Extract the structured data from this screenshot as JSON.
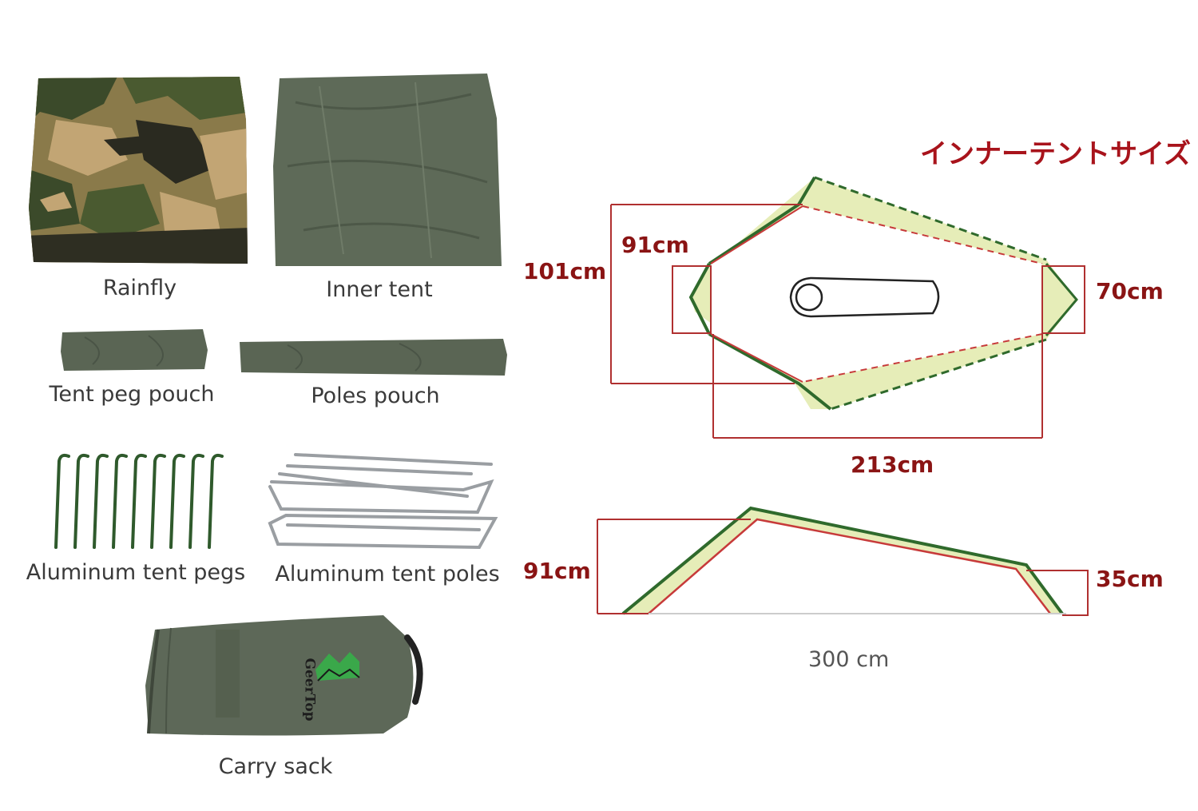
{
  "components": {
    "rainfly": "Rainfly",
    "inner_tent": "Inner tent",
    "tent_peg_pouch": "Tent peg pouch",
    "poles_pouch": "Poles pouch",
    "aluminum_tent_pegs": "Aluminum tent pegs",
    "aluminum_tent_poles": "Aluminum tent poles",
    "carry_sack": "Carry sack",
    "brand_logo_text": "GeerTop"
  },
  "diagram": {
    "title": "インナーテントサイズ",
    "top_view": {
      "width_outer": "101cm",
      "width_inner": "91cm",
      "foot_width": "70cm",
      "length": "213cm"
    },
    "side_view": {
      "head_height": "91cm",
      "foot_height": "35cm",
      "base_length": "300 cm"
    }
  },
  "colors": {
    "fabric_green": "#5c6652",
    "fill_yellow": "#e6edb8",
    "outline_green": "#2f6a2c",
    "dimension_red": "#8a1414",
    "title_red": "#a8131b"
  }
}
